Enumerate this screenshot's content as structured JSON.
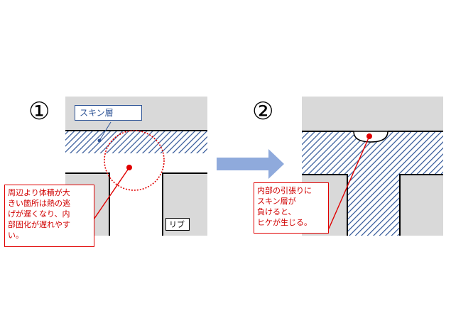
{
  "panel1": {
    "step": "①",
    "skin_label": "スキン層",
    "rib_label": "リブ",
    "callout_lines": [
      "周辺より体積が大",
      "きい箇所は熱の逃",
      "げが遅くなり、内",
      "部固化が遅れやす",
      "い。"
    ]
  },
  "panel2": {
    "step": "②",
    "callout_lines": [
      "内部の引張りに",
      "スキン層が",
      "負けると、",
      "ヒケが生じる。"
    ]
  },
  "colors": {
    "mold": "#d9d9d9",
    "hatch": "#2f5597",
    "skin_box_border": "#2f5597",
    "callout_red": "#e00000",
    "arrow": "#8faadc"
  }
}
